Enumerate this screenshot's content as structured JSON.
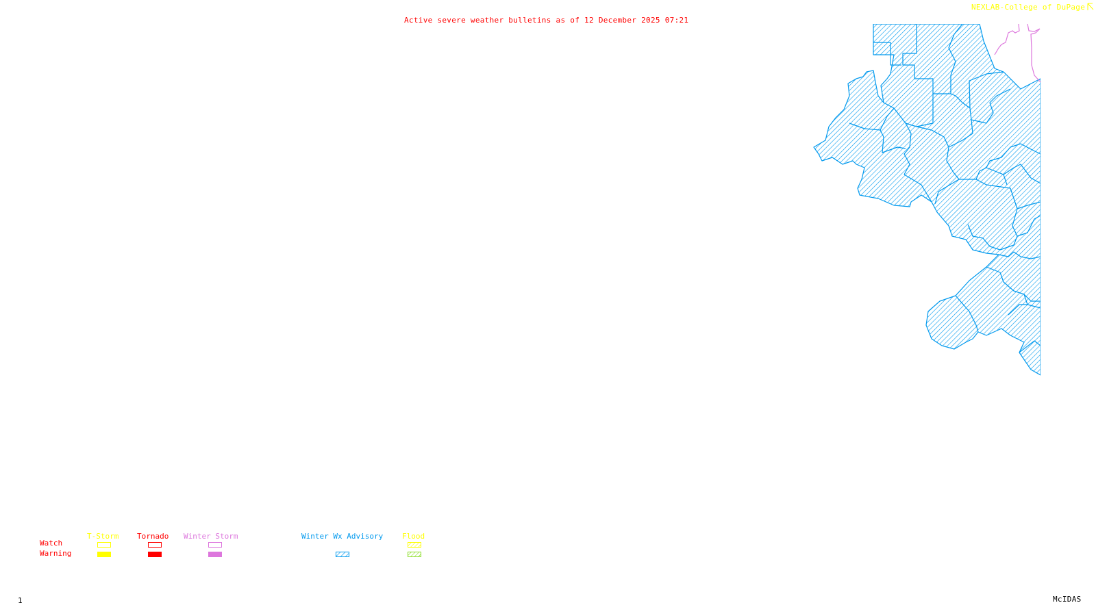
{
  "header": {
    "title": "Active severe weather bulletins as of 12 December 2025 07:21",
    "credit": "NEXLAB-College of DuPage"
  },
  "legend": {
    "row_labels": {
      "watch": "Watch",
      "warning": "Warning"
    },
    "categories": [
      {
        "label": "T-Storm",
        "color": "#ffff00",
        "watch_style": "outline",
        "warning_style": "filled"
      },
      {
        "label": "Tornado",
        "color": "#ff0000",
        "watch_style": "outline",
        "warning_style": "filled"
      },
      {
        "label": "Winter Storm",
        "color": "#dd77dd",
        "watch_style": "outline",
        "warning_style": "filled"
      },
      {
        "label": "Winter Wx Advisory",
        "color": "#0099ee",
        "watch_style": "none",
        "warning_style": "hatched"
      },
      {
        "label": "Flood",
        "color": "#ffff00",
        "watch_style": "hatched",
        "warning_style": "hatched",
        "warning_color": "#88dd22"
      }
    ],
    "row_label_color": "#ff0000"
  },
  "map": {
    "active_bulletins": [
      {
        "type": "Winter Wx Advisory",
        "color": "#0099ee",
        "style": "hatched"
      }
    ],
    "boundary_color": "#dd77dd"
  },
  "footer": {
    "frame_number": "1",
    "software": "McIDAS"
  }
}
